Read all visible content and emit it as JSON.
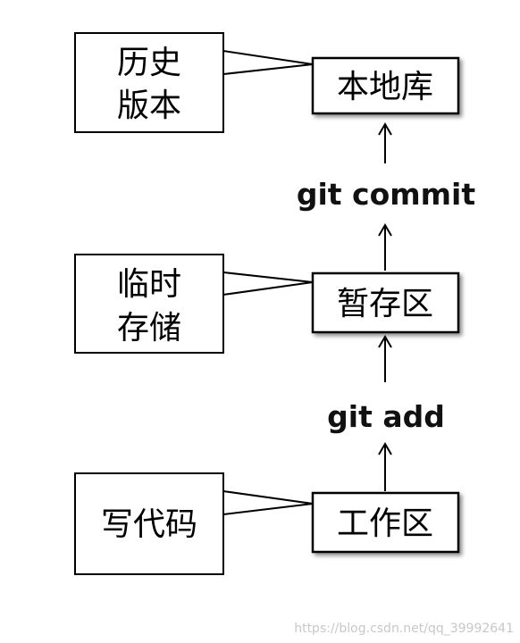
{
  "stages": {
    "repo": "本地库",
    "staging": "暂存区",
    "workspace": "工作区"
  },
  "notes": {
    "repo": [
      "历史",
      "版本"
    ],
    "staging": [
      "临时",
      "存储"
    ],
    "workspace": [
      "写代码"
    ]
  },
  "commands": {
    "commit": "git commit",
    "add": "git add"
  },
  "watermark": "https://blog.csdn.net/qq_39992641"
}
